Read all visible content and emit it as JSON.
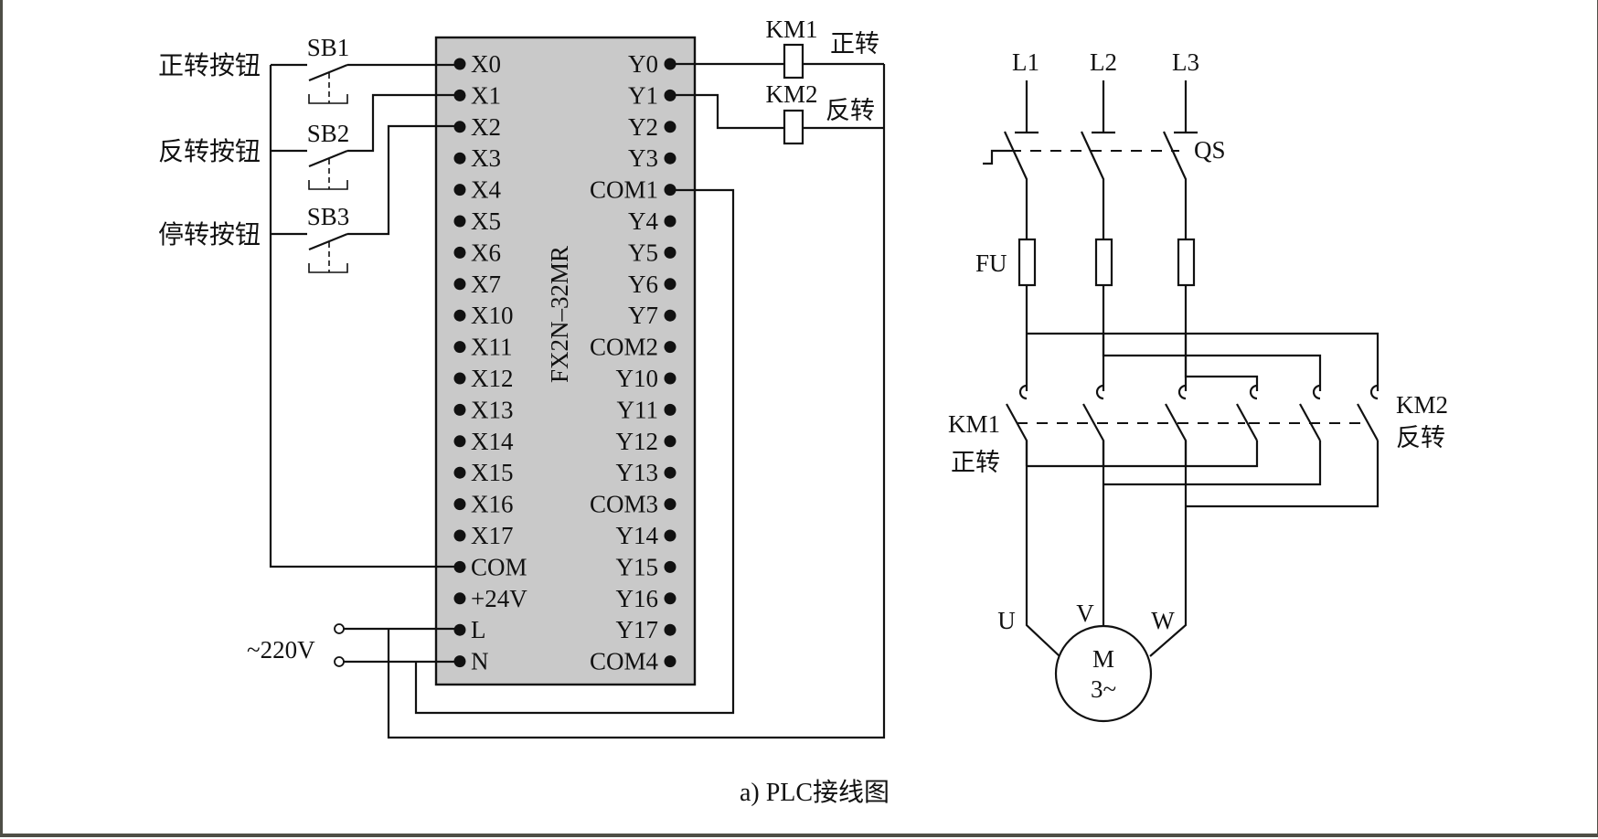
{
  "figure": {
    "caption": "a) PLC接线图",
    "frame_color": "#4e4e46",
    "plc_fill": "#c9c9c9"
  },
  "plc": {
    "model": "FX2N–32MR",
    "left_pins": [
      "X0",
      "X1",
      "X2",
      "X3",
      "X4",
      "X5",
      "X6",
      "X7",
      "X10",
      "X11",
      "X12",
      "X13",
      "X14",
      "X15",
      "X16",
      "X17",
      "COM",
      "+24V",
      "L",
      "N"
    ],
    "right_pins": [
      "Y0",
      "Y1",
      "Y2",
      "Y3",
      "COM1",
      "Y4",
      "Y5",
      "Y6",
      "Y7",
      "COM2",
      "Y10",
      "Y11",
      "Y12",
      "Y13",
      "COM3",
      "Y14",
      "Y15",
      "Y16",
      "Y17",
      "COM4"
    ]
  },
  "inputs": [
    {
      "label": "正转按钮",
      "switch": "SB1",
      "pin": "X0"
    },
    {
      "label": "反转按钮",
      "switch": "SB2",
      "pin": "X1"
    },
    {
      "label": "停转按钮",
      "switch": "SB3",
      "pin": "X2"
    }
  ],
  "outputs": [
    {
      "coil": "KM1",
      "label": "正转",
      "pin": "Y0"
    },
    {
      "coil": "KM2",
      "label": "反转",
      "pin": "Y1"
    }
  ],
  "power": {
    "label": "~220V",
    "pins": [
      "L",
      "N"
    ]
  },
  "main_circuit": {
    "phases": [
      "L1",
      "L2",
      "L3"
    ],
    "disconnect": "QS",
    "fuse": "FU",
    "contactor_fwd": {
      "name": "KM1",
      "label": "正转"
    },
    "contactor_rev": {
      "name": "KM2",
      "label": "反转"
    },
    "motor_terminals": [
      "U",
      "V",
      "W"
    ],
    "motor_label": "M",
    "motor_sub": "3~"
  }
}
